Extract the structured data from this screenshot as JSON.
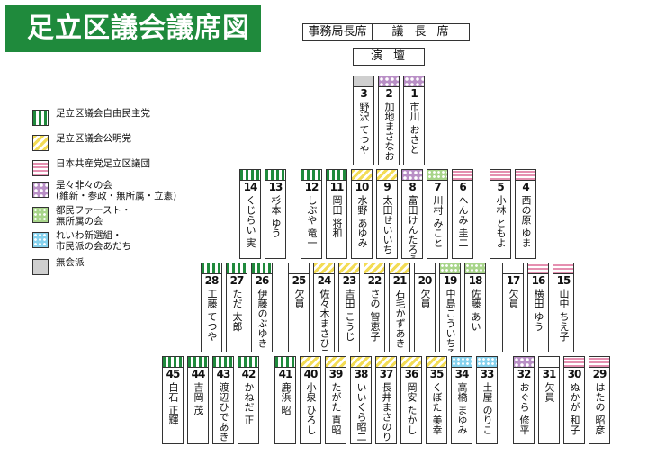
{
  "title": "足立区議会議席図",
  "header": {
    "secretary_seat": "事務局長席",
    "chair_seat": "議長席",
    "podium": "演壇"
  },
  "legend": [
    {
      "party": "jimin",
      "label": "足立区議会自由民主党"
    },
    {
      "party": "komei",
      "label": "足立区議会公明党"
    },
    {
      "party": "kyosan",
      "label": "日本共産党足立区議団"
    },
    {
      "party": "zehi",
      "label": "是々非々の会\n(維新・参政・無所属・立憲)"
    },
    {
      "party": "tomin",
      "label": "都民ファースト・\n無所属の会"
    },
    {
      "party": "reiwa",
      "label": "れいわ新選組・\n市民派の会あだち"
    },
    {
      "party": "none",
      "label": "無会派"
    }
  ],
  "seats": [
    {
      "num": "1",
      "name": "市川 おさと",
      "party": "zehi"
    },
    {
      "num": "2",
      "name": "加地まさなお",
      "party": "zehi"
    },
    {
      "num": "3",
      "name": "野沢 てつや",
      "party": "none"
    },
    {
      "num": "4",
      "name": "西の原 ゆま",
      "party": "kyosan"
    },
    {
      "num": "5",
      "name": "小林 ともよ",
      "party": "kyosan"
    },
    {
      "num": "6",
      "name": "へんみ 圭二",
      "party": "kyosan"
    },
    {
      "num": "7",
      "name": "川村 みこと",
      "party": "tomin"
    },
    {
      "num": "8",
      "name": "富田けんたろう",
      "party": "zehi"
    },
    {
      "num": "9",
      "name": "太田せいいち",
      "party": "komei"
    },
    {
      "num": "10",
      "name": "水野 あゆみ",
      "party": "komei"
    },
    {
      "num": "11",
      "name": "岡田 将和",
      "party": "jimin"
    },
    {
      "num": "12",
      "name": "しぶや 竜一",
      "party": "jimin"
    },
    {
      "num": "13",
      "name": "杉本 ゆう",
      "party": "jimin"
    },
    {
      "num": "14",
      "name": "くじらい 実",
      "party": "jimin"
    },
    {
      "num": "15",
      "name": "山中 ちえ子",
      "party": "kyosan"
    },
    {
      "num": "16",
      "name": "横田 ゆう",
      "party": "kyosan"
    },
    {
      "num": "17",
      "name": "欠員",
      "party": "vacant"
    },
    {
      "num": "18",
      "name": "佐藤 あい",
      "party": "tomin"
    },
    {
      "num": "19",
      "name": "中島こういちろう",
      "party": "tomin"
    },
    {
      "num": "20",
      "name": "欠員",
      "party": "vacant"
    },
    {
      "num": "21",
      "name": "石毛かずあき",
      "party": "komei"
    },
    {
      "num": "22",
      "name": "さの 智恵子",
      "party": "komei"
    },
    {
      "num": "23",
      "name": "吉田 こうじ",
      "party": "komei"
    },
    {
      "num": "24",
      "name": "佐々木まさひこ",
      "party": "komei"
    },
    {
      "num": "25",
      "name": "欠員",
      "party": "vacant"
    },
    {
      "num": "26",
      "name": "伊藤のぶゆき",
      "party": "jimin"
    },
    {
      "num": "27",
      "name": "ただ 太郎",
      "party": "jimin"
    },
    {
      "num": "28",
      "name": "工藤 てつや",
      "party": "jimin"
    },
    {
      "num": "29",
      "name": "はたの 昭彦",
      "party": "kyosan"
    },
    {
      "num": "30",
      "name": "ぬかが 和子",
      "party": "kyosan"
    },
    {
      "num": "31",
      "name": "欠員",
      "party": "vacant"
    },
    {
      "num": "32",
      "name": "おぐら 修平",
      "party": "zehi"
    },
    {
      "num": "33",
      "name": "土屋 のりこ",
      "party": "reiwa"
    },
    {
      "num": "34",
      "name": "高橋 まゆみ",
      "party": "reiwa"
    },
    {
      "num": "35",
      "name": "くぼた 美幸",
      "party": "komei"
    },
    {
      "num": "36",
      "name": "岡安 たかし",
      "party": "komei"
    },
    {
      "num": "37",
      "name": "長井まさのり",
      "party": "komei"
    },
    {
      "num": "38",
      "name": "いいくら昭二",
      "party": "komei"
    },
    {
      "num": "39",
      "name": "たがた 直昭",
      "party": "komei"
    },
    {
      "num": "40",
      "name": "小泉 ひろし",
      "party": "komei"
    },
    {
      "num": "41",
      "name": "鹿浜 昭",
      "party": "jimin"
    },
    {
      "num": "42",
      "name": "かねだ 正",
      "party": "jimin"
    },
    {
      "num": "43",
      "name": "渡辺ひであき",
      "party": "jimin"
    },
    {
      "num": "44",
      "name": "吉岡 茂",
      "party": "jimin"
    },
    {
      "num": "45",
      "name": "白石 正輝",
      "party": "jimin"
    }
  ]
}
